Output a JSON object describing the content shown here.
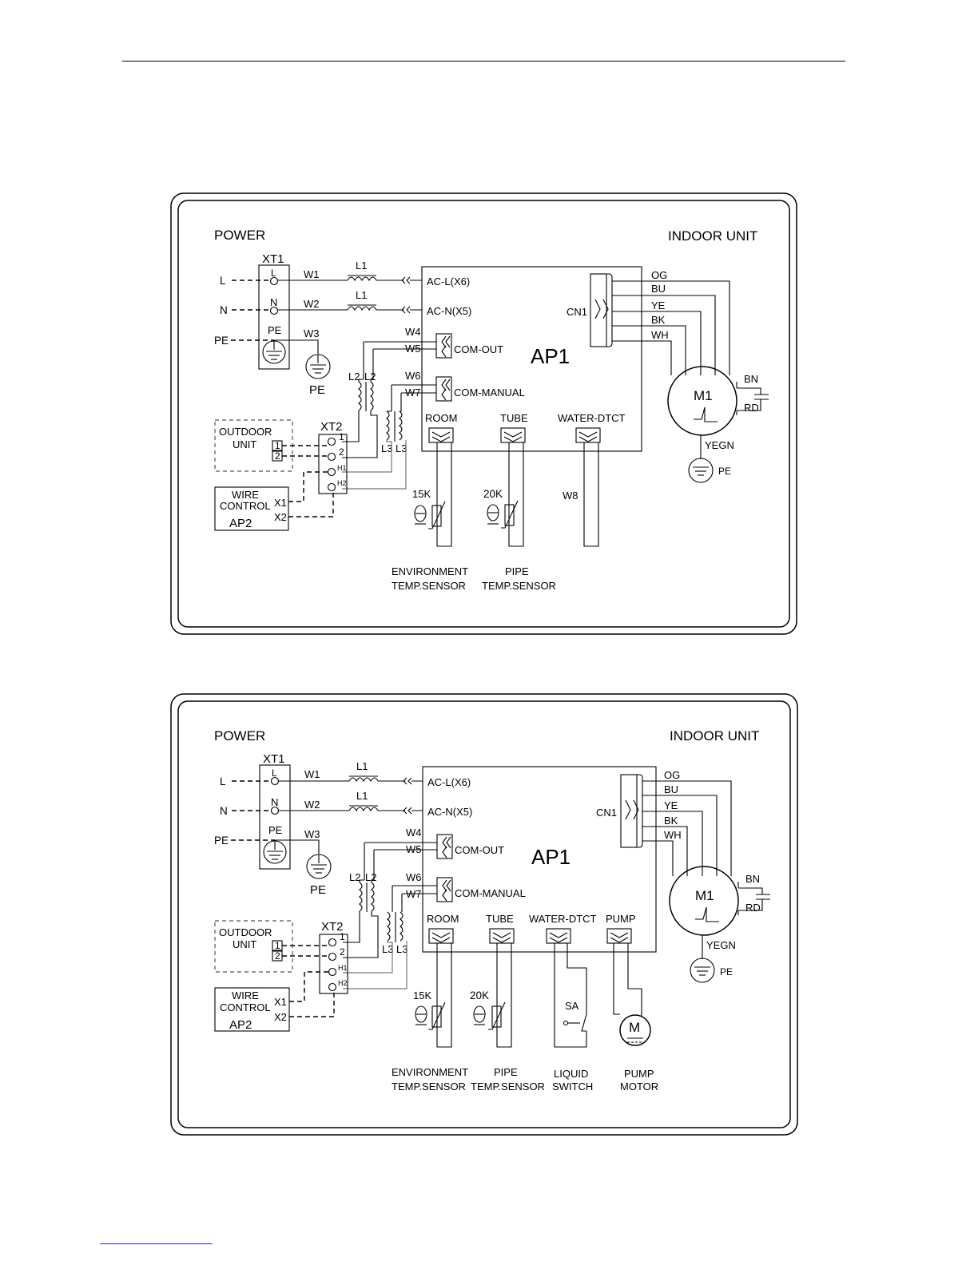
{
  "diagrams": [
    {
      "power": "POWER",
      "indoor_unit": "INDOOR UNIT",
      "xt1": "XT1",
      "xt1_L": "L",
      "xt1_N": "N",
      "xt1_PE": "PE",
      "in_L": "L",
      "in_N": "N",
      "in_PE": "PE",
      "w1": "W1",
      "w2": "W2",
      "w3": "W3",
      "w4": "W4",
      "w5": "W5",
      "w6": "W6",
      "w7": "W7",
      "w8": "W8",
      "l1a": "L1",
      "l1b": "L1",
      "l2a": "L2",
      "l2b": "L2",
      "l3a": "L3",
      "l3b": "L3",
      "ac_l": "AC-L(X6)",
      "ac_n": "AC-N(X5)",
      "com_out": "COM-OUT",
      "com_manual": "COM-MANUAL",
      "ap1": "AP1",
      "cn1": "CN1",
      "og": "OG",
      "bu": "BU",
      "ye": "YE",
      "bk": "BK",
      "wh": "WH",
      "m1": "M1",
      "bn": "BN",
      "rd": "RD",
      "yegn": "YEGN",
      "pe_motor": "PE",
      "pe_ground": "PE",
      "room": "ROOM",
      "tube": "TUBE",
      "water_dtct": "WATER-DTCT",
      "r15k": "15K",
      "r20k": "20K",
      "env_l1": "ENVIRONMENT",
      "env_l2": "TEMP.SENSOR",
      "pipe_l1": "PIPE",
      "pipe_l2": "TEMP.SENSOR",
      "outdoor_l1": "OUTDOOR",
      "outdoor_l2": "UNIT",
      "term_1": "1",
      "term_2": "2",
      "xt2": "XT2",
      "xt2_1": "1",
      "xt2_2": "2",
      "xt2_h1": "H1",
      "xt2_h2": "H2",
      "wire_l1": "WIRE",
      "wire_l2": "CONTROL",
      "ap2": "AP2",
      "x1": "X1",
      "x2": "X2"
    },
    {
      "power": "POWER",
      "indoor_unit": "INDOOR UNIT",
      "xt1": "XT1",
      "xt1_L": "L",
      "xt1_N": "N",
      "xt1_PE": "PE",
      "in_L": "L",
      "in_N": "N",
      "in_PE": "PE",
      "w1": "W1",
      "w2": "W2",
      "w3": "W3",
      "w4": "W4",
      "w5": "W5",
      "w6": "W6",
      "w7": "W7",
      "l1a": "L1",
      "l1b": "L1",
      "l2a": "L2",
      "l2b": "L2",
      "l3a": "L3",
      "l3b": "L3",
      "ac_l": "AC-L(X6)",
      "ac_n": "AC-N(X5)",
      "com_out": "COM-OUT",
      "com_manual": "COM-MANUAL",
      "ap1": "AP1",
      "cn1": "CN1",
      "og": "OG",
      "bu": "BU",
      "ye": "YE",
      "bk": "BK",
      "wh": "WH",
      "m1": "M1",
      "bn": "BN",
      "rd": "RD",
      "yegn": "YEGN",
      "pe_motor": "PE",
      "pe_ground": "PE",
      "room": "ROOM",
      "tube": "TUBE",
      "water_dtct": "WATER-DTCT",
      "pump": "PUMP",
      "r15k": "15K",
      "r20k": "20K",
      "sa": "SA",
      "pump_m": "M",
      "env_l1": "ENVIRONMENT",
      "env_l2": "TEMP.SENSOR",
      "pipe_l1": "PIPE",
      "pipe_l2": "TEMP.SENSOR",
      "liquid_l1": "LIQUID",
      "liquid_l2": "SWITCH",
      "pump_l1": "PUMP",
      "pump_l2": "MOTOR",
      "outdoor_l1": "OUTDOOR",
      "outdoor_l2": "UNIT",
      "term_1": "1",
      "term_2": "2",
      "xt2": "XT2",
      "xt2_1": "1",
      "xt2_2": "2",
      "xt2_h1": "H1",
      "xt2_h2": "H2",
      "wire_l1": "WIRE",
      "wire_l2": "CONTROL",
      "ap2": "AP2",
      "x1": "X1",
      "x2": "X2"
    }
  ]
}
